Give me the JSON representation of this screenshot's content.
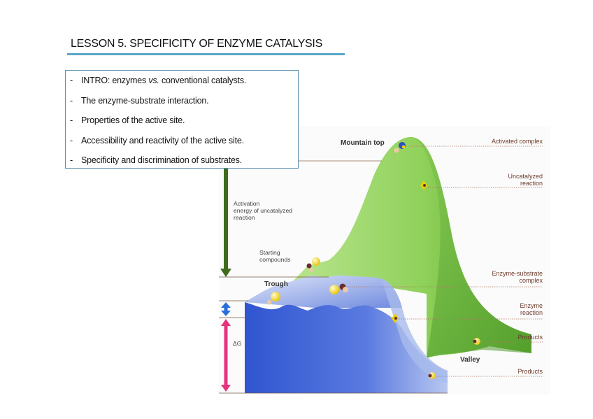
{
  "slide": {
    "title": "LESSON 5. SPECIFICITY OF ENZYME CATALYSIS",
    "topics": [
      {
        "dash": "-",
        "text_before": "INTRO: enzymes ",
        "text_em": "vs.",
        "text_after": " conventional catalysts."
      },
      {
        "dash": "-",
        "text": "The enzyme-substrate interaction."
      },
      {
        "dash": "-",
        "text": "Properties of the active site."
      },
      {
        "dash": "-",
        "text": "Accessibility and reactivity of the active site."
      },
      {
        "dash": "-",
        "text": "Specificity and discrimination of substrates."
      }
    ]
  },
  "diagram": {
    "labels": {
      "mountain_top": "Mountain top",
      "trough": "Trough",
      "valley": "Valley",
      "starting_1": "Starting",
      "starting_2": "compounds",
      "activation_1": "Activation",
      "activation_2": "energy of uncatalyzed",
      "activation_3": "reaction",
      "delta_g": "ΔG",
      "activated_complex": "Activated complex",
      "uncatalyzed_1": "Uncatalyzed",
      "uncatalyzed_2": "reaction",
      "es_complex_1": "Enzyme-substrate",
      "es_complex_2": "complex",
      "enzyme_1": "Enzyme",
      "enzyme_2": "reaction",
      "products_green": "Products",
      "products_blue": "Products"
    },
    "colors": {
      "green_surface": "#8fd15a",
      "green_dark": "#4e9a2a",
      "blue_surface": "#3b5fd6",
      "blue_light": "#c7d3f2",
      "arrow_green": "#3e6b1c",
      "arrow_blue": "#2a6fd8",
      "arrow_magenta": "#e5337d",
      "title_rule": "#5aa6c9"
    }
  }
}
